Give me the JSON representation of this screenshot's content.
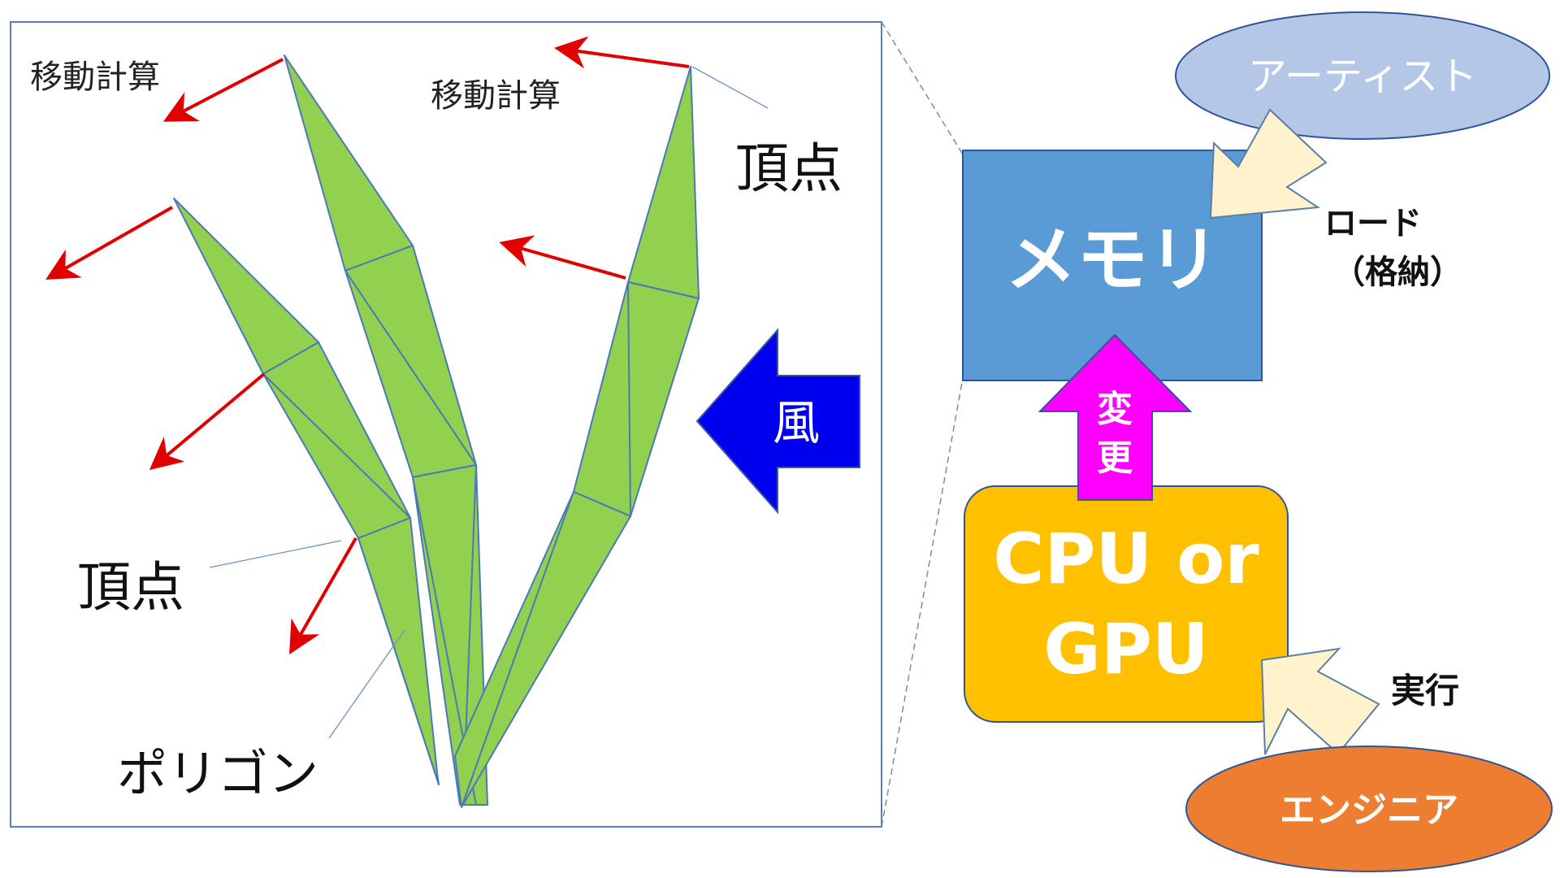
{
  "left_panel": {
    "move_calc_1": "移動計算",
    "move_calc_2": "移動計算",
    "vertex_1": "頂点",
    "vertex_2": "頂点",
    "polygon": "ポリゴン",
    "wind": "風"
  },
  "right_panel": {
    "artist": "アーティスト",
    "memory": "メモリ",
    "load_line1": "ロード",
    "load_line2": "（格納）",
    "change_line1": "変",
    "change_line2": "更",
    "processor_line1": "CPU or",
    "processor_line2": "GPU",
    "execute": "実行",
    "engineer": "エンジニア"
  },
  "colors": {
    "leaf_fill": "#92d050",
    "leaf_stroke": "#4472c4",
    "motion_arrow": "#e00000",
    "wind_arrow": "#0000ee",
    "memory_box": "#5b9bd5",
    "processor_box": "#ffc000",
    "change_arrow": "#ff00ff",
    "artist_ellipse": "#b4c7e7",
    "engineer_ellipse": "#ed7d31",
    "pointer_arrow": "#fff2cc"
  }
}
